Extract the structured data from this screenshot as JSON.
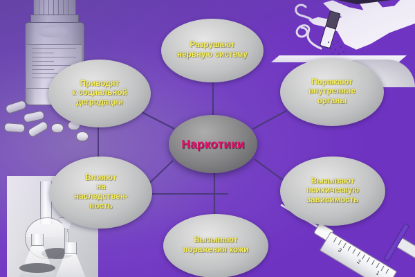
{
  "diagram": {
    "title": "Наркотики",
    "type": "radial mind map",
    "center": {
      "id": "center",
      "label": "Наркотики",
      "text_color": "#e0116b",
      "shape": "ellipse",
      "fill": "#8a8a8c"
    },
    "branch_text_color": "#f7f05a",
    "branch_fill": "#c6c7c9",
    "background_color": "#7540c4",
    "edge_color": "#4a3a78",
    "branches": [
      {
        "id": "nervous",
        "position": "top",
        "lines": [
          "Разрушают",
          "нервную систему"
        ]
      },
      {
        "id": "social",
        "position": "top-left",
        "lines": [
          "Приводят",
          "к социальной",
          "деградации"
        ]
      },
      {
        "id": "organs",
        "position": "top-right",
        "lines": [
          "Поражают",
          "внутренние",
          "органы"
        ]
      },
      {
        "id": "heredity",
        "position": "bottom-left",
        "lines": [
          "Влияют",
          "на",
          "наследствен-",
          "ность"
        ]
      },
      {
        "id": "psych",
        "position": "bottom-right",
        "lines": [
          "Вызывают",
          "психическую",
          "зависимость"
        ]
      },
      {
        "id": "skin",
        "position": "bottom",
        "lines": [
          "Вызывают",
          "поражения кожи"
        ]
      }
    ]
  },
  "artwork": [
    {
      "id": "pill-bottle",
      "name": "pill bottle with scattered capsules and tablets",
      "corner": "top-left"
    },
    {
      "id": "cigarette-hand",
      "name": "hand stubbing out a smoking cigarette on an ashtray",
      "corner": "top-right"
    },
    {
      "id": "lab-glassware",
      "name": "laboratory flasks and pipette",
      "corner": "bottom-left"
    },
    {
      "id": "syringe",
      "name": "hypodermic syringe with needle",
      "corner": "bottom-right"
    }
  ],
  "syringe_scale_marks": [
    "3",
    "2",
    "1"
  ]
}
